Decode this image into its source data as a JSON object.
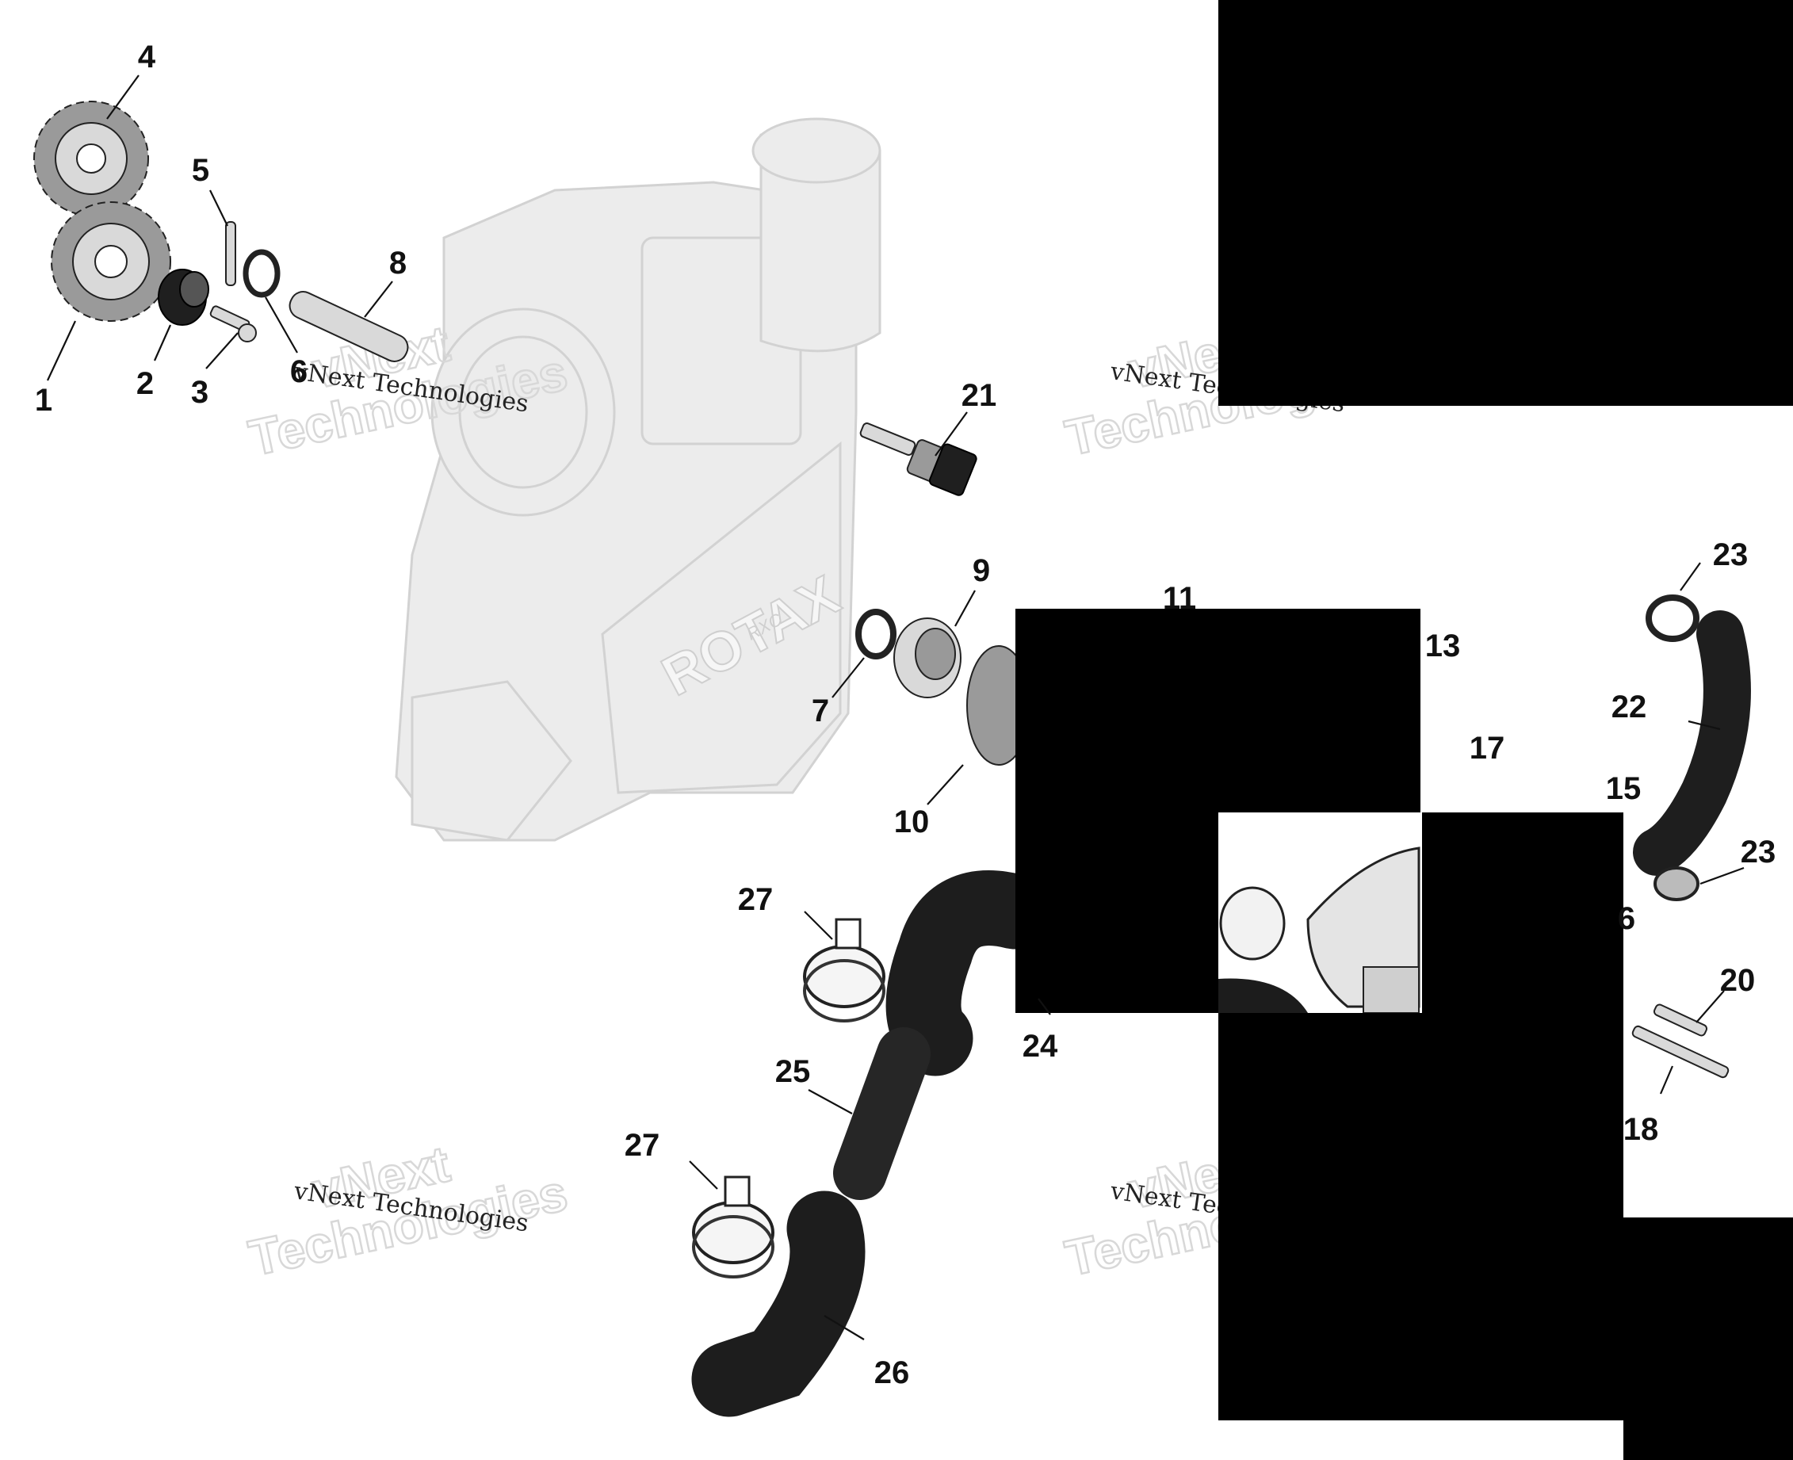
{
  "diagram": {
    "callouts": [
      {
        "id": "c1",
        "text": "1"
      },
      {
        "id": "c2",
        "text": "2"
      },
      {
        "id": "c3",
        "text": "3"
      },
      {
        "id": "c4",
        "text": "4"
      },
      {
        "id": "c5",
        "text": "5"
      },
      {
        "id": "c6",
        "text": "6"
      },
      {
        "id": "c7",
        "text": "7"
      },
      {
        "id": "c8",
        "text": "8"
      },
      {
        "id": "c9",
        "text": "9"
      },
      {
        "id": "c10",
        "text": "10"
      },
      {
        "id": "c11",
        "text": "11"
      },
      {
        "id": "c13",
        "text": "13"
      },
      {
        "id": "c15",
        "text": "15"
      },
      {
        "id": "c16",
        "text": "6"
      },
      {
        "id": "c17",
        "text": "17"
      },
      {
        "id": "c18",
        "text": "18"
      },
      {
        "id": "c20",
        "text": "20"
      },
      {
        "id": "c21",
        "text": "21"
      },
      {
        "id": "c22",
        "text": "22"
      },
      {
        "id": "c23a",
        "text": "23"
      },
      {
        "id": "c23b",
        "text": "23"
      },
      {
        "id": "c24",
        "text": "24"
      },
      {
        "id": "c25",
        "text": "25"
      },
      {
        "id": "c26",
        "text": "26"
      },
      {
        "id": "c27a",
        "text": "27"
      },
      {
        "id": "c27b",
        "text": "27"
      }
    ],
    "watermarks": {
      "small": "vNext Technologies",
      "big_line1": "vNext",
      "big_line2": "Technologies"
    },
    "housing_logo": "ROTAX",
    "housing_sub": "RXC"
  }
}
